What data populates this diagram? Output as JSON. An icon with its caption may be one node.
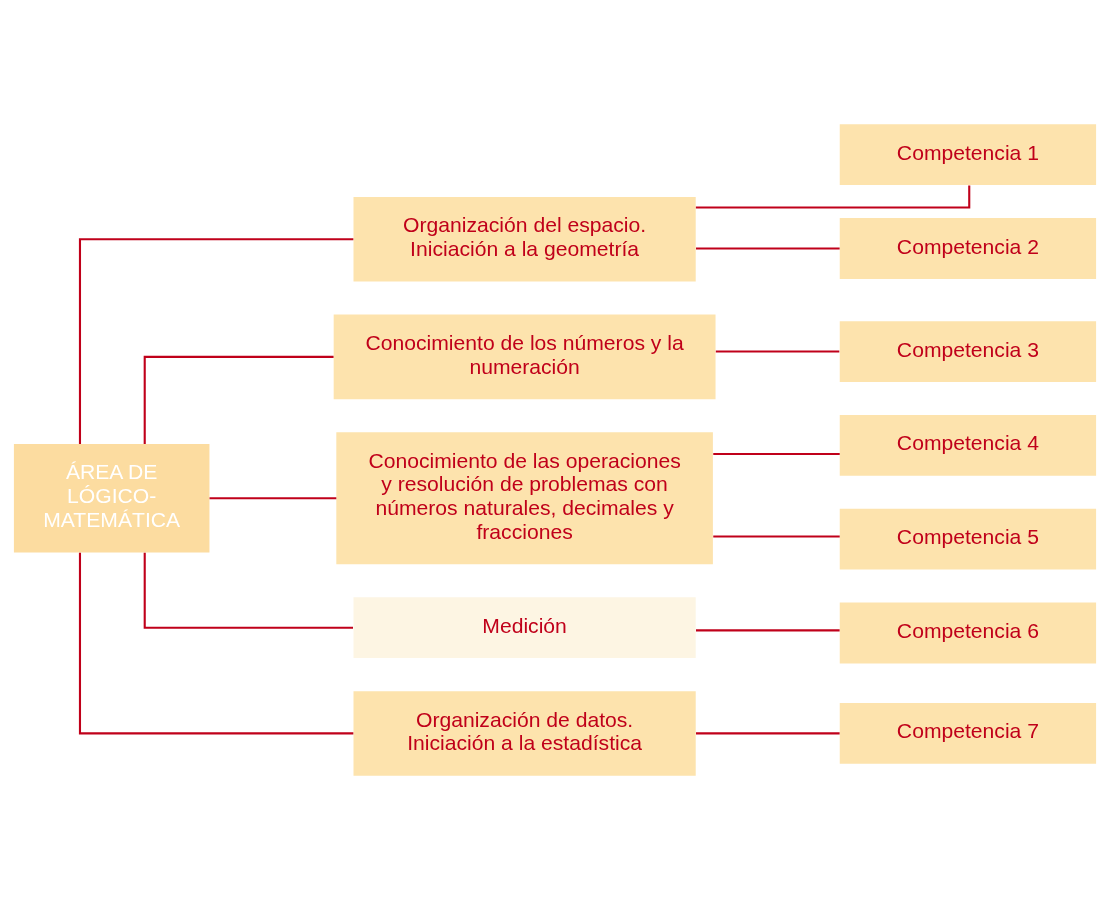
{
  "diagram": {
    "nodes": [
      {
        "text": [
          "ÁREA DE LÓGICO-MATEMÁTICA"
        ]
      },
      {
        "text": [
          "Organización del espacio. Iniciación a la geometría"
        ]
      },
      {
        "text": [
          "Conocimiento de los números y la numeración"
        ]
      },
      {
        "text": [
          "Conocimiento de las operaciones y resolución de problemas con números naturales, decimales y fracciones"
        ]
      },
      {
        "text": [
          "Medición"
        ]
      },
      {
        "text": [
          "Organización de datos. Iniciación a la estadística"
        ]
      },
      {
        "text": [
          "Competencia 1"
        ]
      },
      {
        "text": [
          "Competencia 2"
        ]
      },
      {
        "text": [
          "Competencia 3"
        ]
      },
      {
        "text": [
          "Competencia 4"
        ]
      },
      {
        "text": [
          "Competencia 5"
        ]
      },
      {
        "text": [
          "Competencia 6"
        ]
      },
      {
        "text": [
          "Competencia 7"
        ]
      }
    ],
    "edges": [
      {
        "from": 0,
        "to": 1,
        "arrow": "none"
      },
      {
        "from": 0,
        "to": 2,
        "arrow": "none"
      },
      {
        "from": 0,
        "to": 3,
        "arrow": "none"
      },
      {
        "from": 0,
        "to": 4,
        "arrow": "none"
      },
      {
        "from": 0,
        "to": 5,
        "arrow": "none"
      },
      {
        "from": 1,
        "to": 6,
        "arrow": "none"
      },
      {
        "from": 1,
        "to": 7,
        "arrow": "none"
      },
      {
        "from": 2,
        "to": 8,
        "arrow": "none"
      },
      {
        "from": 3,
        "to": 9,
        "arrow": "none"
      },
      {
        "from": 3,
        "to": 10,
        "arrow": "none"
      },
      {
        "from": 4,
        "to": 11,
        "arrow": "none"
      },
      {
        "from": 5,
        "to": 12,
        "arrow": "none"
      }
    ]
  }
}
